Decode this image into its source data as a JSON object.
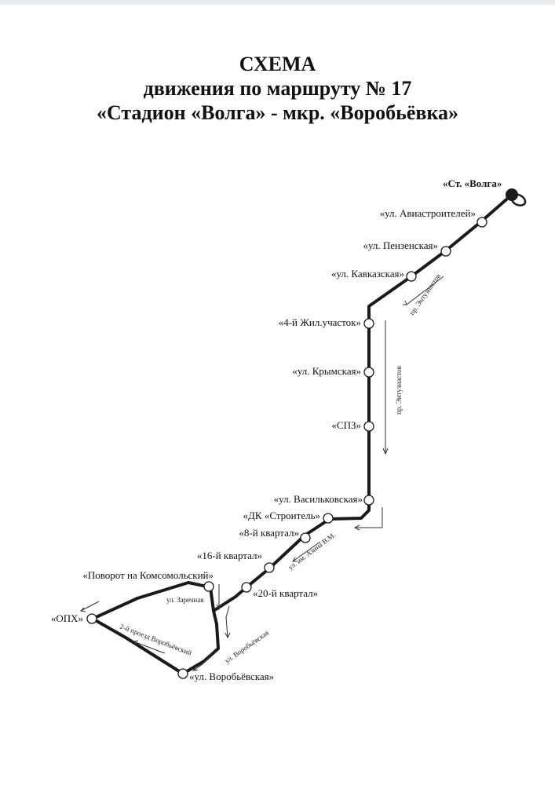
{
  "title": {
    "line1": "СХЕМА",
    "line2": "движения по маршруту № 17",
    "line3": "«Стадион «Волга» - мкр. «Воробьёвка»"
  },
  "stops": {
    "st_volga": "«Ст. «Волга»",
    "aviastroiteley": "«ул. Авиастроителей»",
    "penzenskaya": "«ул. Пензенская»",
    "kavkazskaya": "«ул. Кавказская»",
    "zhiluchastok": "«4-й Жил.участок»",
    "krymskaya": "«ул. Крымская»",
    "spz": "«СПЗ»",
    "vasilkovskaya": "«ул. Васильковская»",
    "dk_stroitel": "«ДК «Строитель»",
    "kvartal8": "«8-й квартал»",
    "kvartal16": "«16-й квартал»",
    "kvartal20": "«20-й квартал»",
    "povorot": "«Поворот на Комсомольский»",
    "oph": "«ОПХ»",
    "vorobyevskaya": "«ул. Воробьёвская»"
  },
  "streets": {
    "entuziastov_1": "пр. Энтузиастов",
    "entuziastov_2": "пр. Энтузиастов",
    "azina": "ул. им. Азина В.М.",
    "zarechnaya": "ул. Заречная",
    "proezd_vorobyevsky": "2-й проезд Воробьёвский",
    "vorobyevskaya_street": "ул. Воробьёвская"
  },
  "colors": {
    "route": "#1a1a1a",
    "terminal": "#1a1a1a",
    "stop_fill": "#ffffff",
    "background": "#ffffff"
  }
}
